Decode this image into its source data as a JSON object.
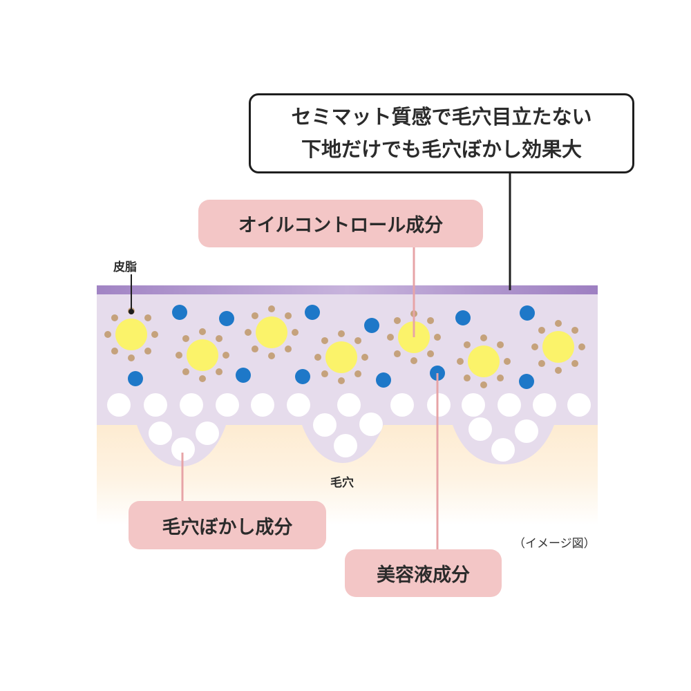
{
  "callout_main": {
    "line1": "セミマット質感で毛穴目立たない",
    "line2": "下地だけでも毛穴ぼかし効果大"
  },
  "labels": {
    "oil_control": "オイルコントロール成分",
    "pore_blur": "毛穴ぼかし成分",
    "serum": "美容液成分",
    "sebum": "皮脂",
    "pore": "毛穴",
    "caption": "（イメージ図）"
  },
  "colors": {
    "top_band": "#a98bc9",
    "film": "#e6dcec",
    "skin": "#fdebd0",
    "oil_core": "#fbf36a",
    "oil_dots": "#c5a27c",
    "serum_dot": "#1e78c8",
    "pore_particle": "#ffffff",
    "pill": "#f3c6c6",
    "leader_pink": "#e7a4a7"
  }
}
